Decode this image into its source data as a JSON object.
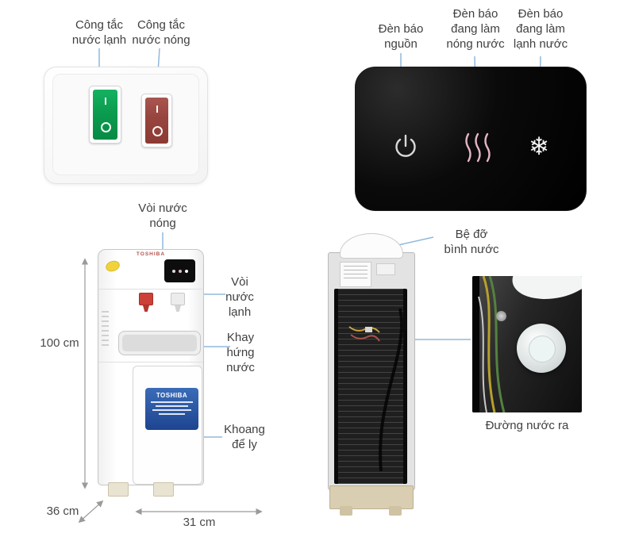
{
  "callouts": {
    "cold_switch": "Công tắc\nnước lạnh",
    "hot_switch": "Công tắc\nnước nóng",
    "power_led": "Đèn báo\nnguồn",
    "heating_led": "Đèn báo\nđang làm\nnóng nước",
    "cooling_led": "Đèn báo\nđang làm\nlạnh nước",
    "hot_tap": "Vòi nước\nnóng",
    "cold_tap": "Vòi\nnước\nlạnh",
    "drip_tray": "Khay\nhứng\nnước",
    "cup_compartment": "Khoang\nđể ly",
    "bottle_holder": "Bệ đỡ\nbình nước",
    "water_outlet": "Đường nước ra"
  },
  "dimensions": {
    "height": "100 cm",
    "depth": "36 cm",
    "width": "31 cm"
  },
  "front_view": {
    "brand_top": "TOSHIBA",
    "door_brand": "TOSHIBA"
  },
  "glyphs": {
    "snowflake": "❄"
  },
  "colors": {
    "leader_line": "#90b9dc",
    "dimension_line": "#9a9a9a",
    "label_text": "#404040",
    "switch_green": "#0fa254",
    "switch_red": "#9c4540",
    "panel_black": "#060606",
    "power_icon": "#d9d9d9",
    "heating_icon": "#e7b6c3",
    "snowflake_icon": "#f4f4f4",
    "door_label_blue": "#2a5aa8",
    "connector_blue": "#4f8fd0"
  }
}
